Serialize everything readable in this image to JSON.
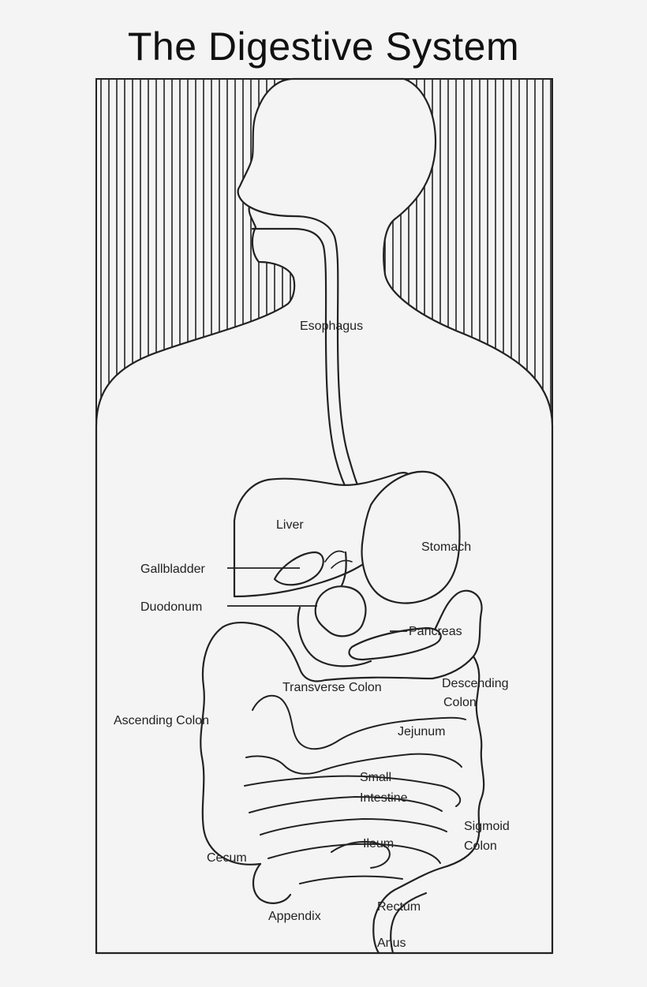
{
  "title": "The Digestive System",
  "labels": {
    "esophagus": "Esophagus",
    "liver": "Liver",
    "stomach": "Stomach",
    "gallbladder": "Gallbladder",
    "duodenum": "Duodonum",
    "pancreas": "Pancreas",
    "transverse_colon": "Transverse Colon",
    "descending_colon_1": "Descending",
    "descending_colon_2": "Colon",
    "ascending_colon": "Ascending Colon",
    "jejunum": "Jejunum",
    "small_intestine_1": "Small",
    "small_intestine_2": "Intestine",
    "sigmoid_colon_1": "Sigmoid",
    "sigmoid_colon_2": "Colon",
    "ileum": "Ileum",
    "cecum": "Cecum",
    "appendix": "Appendix",
    "rectum": "Rectum",
    "anus": "Anus"
  }
}
